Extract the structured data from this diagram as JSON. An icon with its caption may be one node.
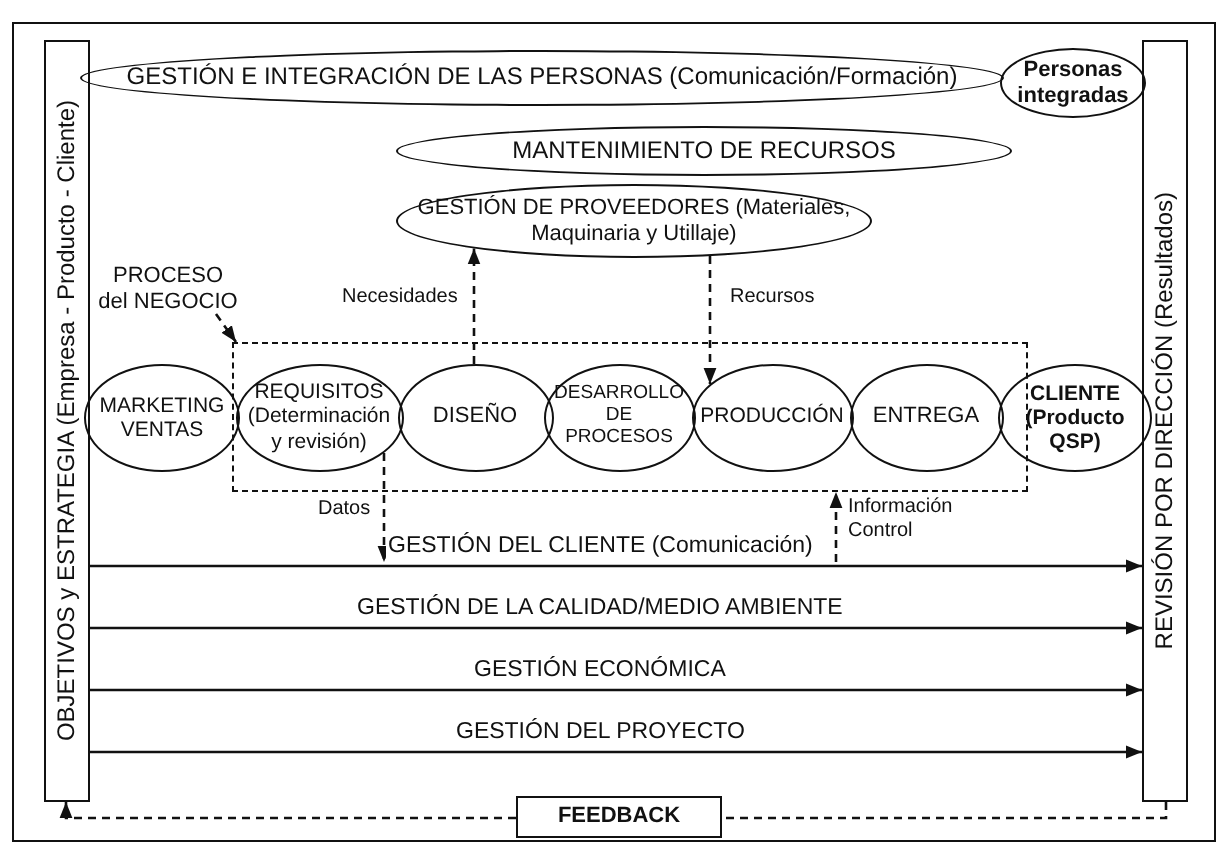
{
  "diagram": {
    "nodes": [
      {
        "text": [
          "OBJETIVOS y ESTRATEGIA (Empresa - Producto - Cliente)"
        ]
      },
      {
        "text": [
          "REVISIÓN POR DIRECCIÓN (Resultados)"
        ]
      },
      {
        "text": [
          "GESTIÓN E INTEGRACIÓN DE LAS PERSONAS (Comunicación/Formación)"
        ]
      },
      {
        "text": [
          "Personas integradas"
        ]
      },
      {
        "text": [
          "MANTENIMIENTO DE RECURSOS"
        ]
      },
      {
        "text": [
          "GESTIÓN DE PROVEEDORES (Materiales, Maquinaria y Utillaje)"
        ]
      },
      {
        "text": [
          "PROCESO del NEGOCIO"
        ]
      },
      {
        "text": [],
        "shape": "box"
      },
      {
        "text": [
          "MARKETING VENTAS"
        ]
      },
      {
        "text": [
          "REQUISITOS (Determinación y revisión)"
        ],
        "in": 7
      },
      {
        "text": [
          "DISEÑO"
        ],
        "in": 7
      },
      {
        "text": [
          "DESARROLLO DE PROCESOS"
        ],
        "in": 7
      },
      {
        "text": [
          "PRODUCCIÓN"
        ],
        "in": 7
      },
      {
        "text": [
          "ENTREGA"
        ],
        "in": 7
      },
      {
        "text": [
          "CLIENTE (Producto QSP)"
        ]
      },
      {
        "text": [
          "FEEDBACK"
        ]
      }
    ],
    "edges": [
      {
        "from": 6,
        "to": 7,
        "arrow": "to",
        "style": "dashed"
      },
      {
        "from": 10,
        "to": 5,
        "arrow": "to",
        "style": "dashed",
        "label": "Necesidades"
      },
      {
        "from": 5,
        "to": 12,
        "arrow": "to",
        "style": "dashed",
        "label": "Recursos"
      },
      {
        "from": 9,
        "to": null,
        "arrow": "to",
        "style": "dashed",
        "label": "Datos"
      },
      {
        "from": null,
        "to": 7,
        "arrow": "to",
        "style": "dashed",
        "label": "Información Control"
      },
      {
        "from": 0,
        "to": 1,
        "arrow": "to",
        "label": "GESTIÓN DEL CLIENTE (Comunicación)"
      },
      {
        "from": 0,
        "to": 1,
        "arrow": "to",
        "label": "GESTIÓN DE LA CALIDAD/MEDIO AMBIENTE"
      },
      {
        "from": 0,
        "to": 1,
        "arrow": "to",
        "label": "GESTIÓN ECONÓMICA"
      },
      {
        "from": 0,
        "to": 1,
        "arrow": "to",
        "label": "GESTIÓN DEL PROYECTO"
      },
      {
        "from": 1,
        "to": 15,
        "arrow": "none",
        "style": "dashed"
      },
      {
        "from": 15,
        "to": 0,
        "arrow": "to",
        "style": "dashed"
      }
    ]
  }
}
